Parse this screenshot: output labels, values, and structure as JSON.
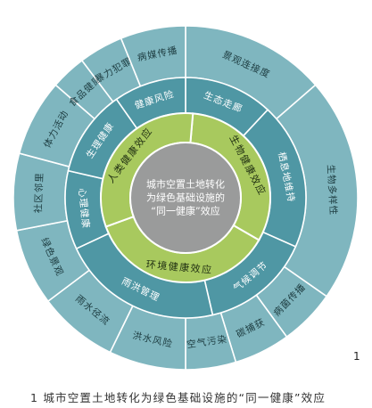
{
  "figure_number": "1",
  "caption": "1 城市空置土地转化为绿色基础设施的“同一健康”效应",
  "center": {
    "lines": [
      "城市空置土地转化",
      "为绿色基础设施的",
      "“同一健康”效应"
    ]
  },
  "colors": {
    "outer_ring": "#7fb6bf",
    "middle_ring": "#4f97a4",
    "inner_ring": "#a8c95e",
    "center": "#9a9b9b",
    "divider": "#ffffff",
    "outer_text": "#1d3c40",
    "middle_text": "#ffffff",
    "inner_text": "#1f2e12",
    "center_text": "#ffffff"
  },
  "inner_ring": [
    {
      "label": "生物健康效应"
    },
    {
      "label": "环境健康效应"
    },
    {
      "label": "人类健康效应"
    }
  ],
  "middle_ring": [
    {
      "label": "生态走廊"
    },
    {
      "label": "栖息地维持"
    },
    {
      "label": "气候调节"
    },
    {
      "label": "雨洪管理"
    },
    {
      "label": "心理健康"
    },
    {
      "label": "生理健康"
    },
    {
      "label": "健康风险"
    }
  ],
  "outer_ring": [
    {
      "label": "景观连接度"
    },
    {
      "label": "生物多样性"
    },
    {
      "label": "病菌传播"
    },
    {
      "label": "碳捕获"
    },
    {
      "label": "空气污染"
    },
    {
      "label": "洪水风险"
    },
    {
      "label": "雨水径流"
    },
    {
      "label": "绿色景观"
    },
    {
      "label": "社区邻里"
    },
    {
      "label": "体力活动"
    },
    {
      "label": "食品健康"
    },
    {
      "label": "暴力犯罪"
    },
    {
      "label": "病媒传播"
    }
  ]
}
